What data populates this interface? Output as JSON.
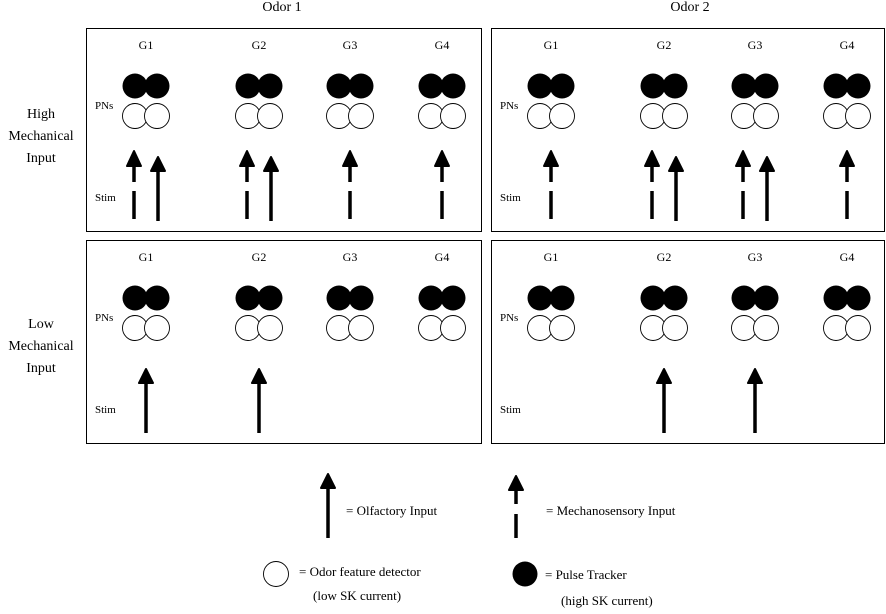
{
  "columns": [
    "Odor 1",
    "Odor 2"
  ],
  "rows": [
    {
      "label_lines": [
        "High",
        "Mechanical",
        "Input"
      ]
    },
    {
      "label_lines": [
        "Low",
        "Mechanical",
        "Input"
      ]
    }
  ],
  "panel_labels": {
    "glomeruli": [
      "G1",
      "G2",
      "G3",
      "G4"
    ],
    "pns": "PNs",
    "stim": "Stim"
  },
  "panels": [
    {
      "id": "high-odor1",
      "show_headers": true,
      "stim": [
        [
          "mech",
          "olf"
        ],
        [
          "mech",
          "olf"
        ],
        [
          "mech"
        ],
        [
          "mech"
        ]
      ]
    },
    {
      "id": "high-odor2",
      "show_headers": true,
      "stim": [
        [
          "mech"
        ],
        [
          "mech",
          "olf"
        ],
        [
          "mech",
          "olf"
        ],
        [
          "mech"
        ]
      ]
    },
    {
      "id": "low-odor1",
      "show_headers": true,
      "stim": [
        [
          "olf"
        ],
        [
          "olf"
        ],
        [],
        []
      ]
    },
    {
      "id": "low-odor2",
      "show_headers": true,
      "stim": [
        [],
        [
          "olf"
        ],
        [
          "olf"
        ],
        []
      ]
    }
  ],
  "legend": {
    "olfactory": "= Olfactory Input",
    "mechanosensory": "= Mechanosensory Input",
    "odor_feature_detector": "= Odor feature detector",
    "odor_feature_detector_sub": "(low SK current)",
    "pulse_tracker": "= Pulse Tracker",
    "pulse_tracker_sub": "(high SK current)"
  }
}
